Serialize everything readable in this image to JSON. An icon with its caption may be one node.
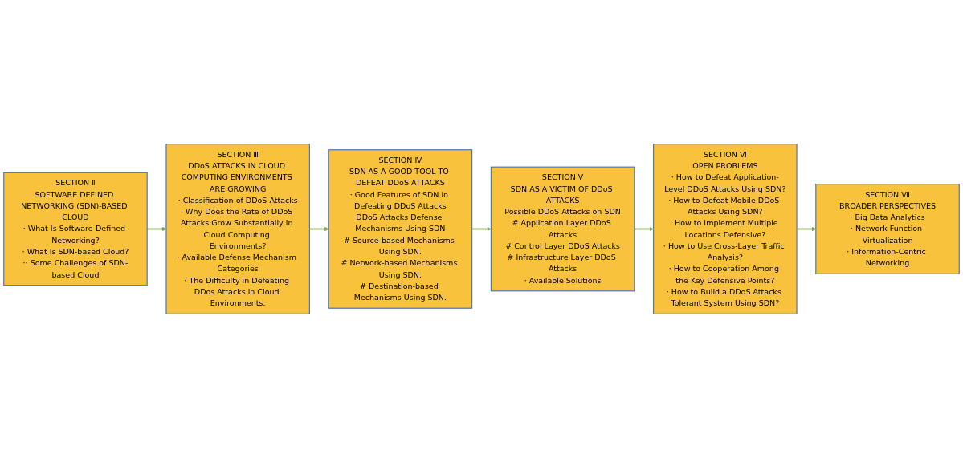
{
  "diagram": {
    "nodes": [
      {
        "text": [
          "SECTION Ⅱ",
          "SOFTWARE DEFINED NETWORKING (SDN)-BASED CLOUD",
          "· What Is Software-Defined Networking?",
          "· What Is SDN-based Cloud?",
          "·· Some Challenges of SDN-based Cloud"
        ]
      },
      {
        "text": [
          "SECTION Ⅲ",
          "DDoS ATTACKS IN CLOUD COMPUTING ENVIRONMENTS ARE GROWING",
          "· Classification of DDoS Attacks",
          "· Why Does the Rate of DDoS Attacks Grow Substantially in Cloud Computing Environments?",
          "· Available Defense Mechanism Categories",
          "· The Difficulty in Defeating DDos Attacks in Cloud Environments."
        ]
      },
      {
        "text": [
          "SECTION Ⅳ",
          "SDN AS A GOOD TOOL TO DEFEAT DDoS ATTACKS",
          "· Good Features of SDN in Defeating DDoS Attacks",
          "DDoS Attacks Defense Mechanisms Using SDN",
          "# Source-based Mechanisms Using SDN.",
          "# Network-based Mechanisms Using SDN.",
          "# Destination-based Mechanisms Using SDN."
        ]
      },
      {
        "text": [
          "SECTION Ⅴ",
          "SDN AS A VICTIM OF DDoS ATTACKS",
          "Possible DDoS Attacks on SDN",
          "# Application Layer DDoS Attacks",
          "# Control Layer DDoS Attacks",
          "# Infrastructure Layer DDoS Attacks",
          "· Available Solutions"
        ]
      },
      {
        "text": [
          "SECTION Ⅵ",
          "OPEN PROBLEMS",
          "· How to Defeat Application-Level DDoS Attacks Using SDN?",
          "· How to Defeat Mobile DDoS Attacks Using SDN?",
          "· How to Implement Multiple Locations Defensive?",
          "· How to Use Cross-Layer Traffic Analysis?",
          "· How to Cooperation Among the Key Defensive Points?",
          "· How to Build a DDoS Attacks Tolerant System Using SDN?"
        ]
      },
      {
        "text": [
          "SECTION Ⅶ",
          "BROADER PERSPECTIVES",
          "· Big Data Analytics",
          "· Network Function Virtualization",
          "· Information-Centric Networking"
        ]
      }
    ],
    "edges": [
      {
        "from": 0,
        "to": 1,
        "arrow": "to"
      },
      {
        "from": 1,
        "to": 2,
        "arrow": "to"
      },
      {
        "from": 2,
        "to": 3,
        "arrow": "to"
      },
      {
        "from": 3,
        "to": 4,
        "arrow": "to"
      },
      {
        "from": 4,
        "to": 5,
        "arrow": "to"
      }
    ]
  }
}
